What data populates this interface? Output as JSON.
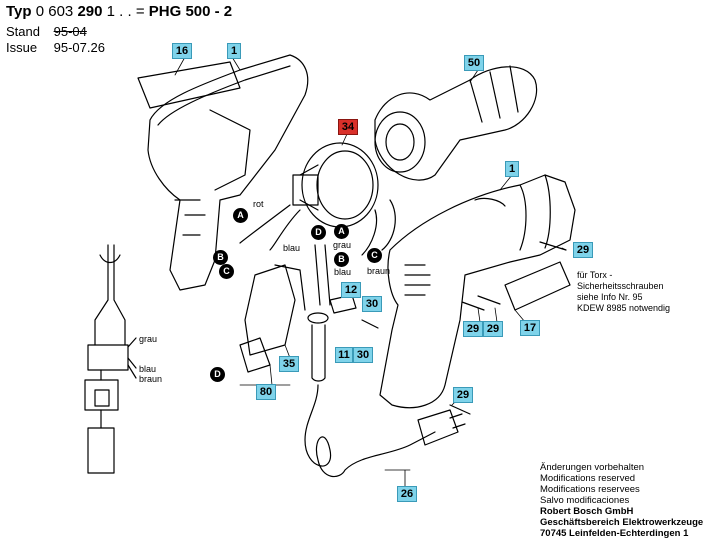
{
  "header": {
    "typ_label": "Typ",
    "typ_number_prefix": "0 603",
    "typ_number_bold": "290",
    "typ_suffix": "1 . . =",
    "model": "PHG 500 - 2",
    "stand_label": "Stand",
    "stand_value": "95-04",
    "issue_label": "Issue",
    "issue_value": "95-07.26"
  },
  "parts": {
    "p16": "16",
    "p1a": "1",
    "p50": "50",
    "p34": "34",
    "p1b": "1",
    "p29a": "29",
    "p12": "12",
    "p30a": "30",
    "p30b": "30",
    "p11": "11",
    "p29b": "29",
    "p29c": "29",
    "p17": "17",
    "p35": "35",
    "p80": "80",
    "p29d": "29",
    "p26": "26"
  },
  "connectors": {
    "A1": "A",
    "B1": "B",
    "C1": "C",
    "D1": "D",
    "A2": "A",
    "C2": "C",
    "B2": "B",
    "D2": "D"
  },
  "wires": {
    "rot": "rot",
    "blau1": "blau",
    "grau1": "grau",
    "blau2": "blau",
    "braun1": "braun",
    "grau2": "grau",
    "blau3": "blau",
    "braun2": "braun"
  },
  "torx_note": [
    "für Torx -",
    "Sicherheitsschrauben",
    "siehe Info Nr. 95",
    "KDEW 8985 notwendig"
  ],
  "footer": {
    "lines": [
      "Änderungen vorbehalten",
      "Modifications reserved",
      "Modifications reservees",
      "Salvo modificaciones"
    ],
    "company": [
      "Robert Bosch GmbH",
      "Geschäftsbereich Elektrowerkzeuge",
      "70745 Leinfelden-Echterdingen 1"
    ]
  },
  "colors": {
    "part_label": "#7fd3ea",
    "part_label_highlight": "#d9302a"
  }
}
